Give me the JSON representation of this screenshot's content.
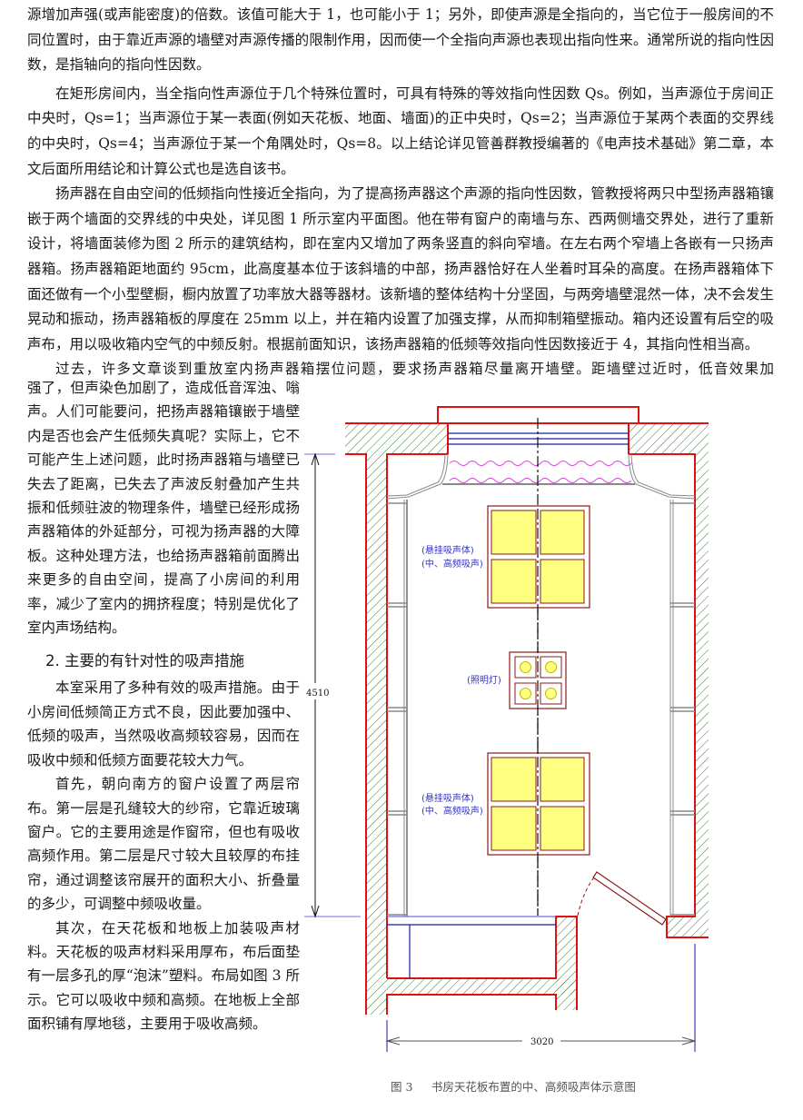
{
  "paragraphs_top": [
    "源增加声强(或声能密度)的倍数。该值可能大于 1，也可能小于 1；另外，即使声源是全指向的，当它位于一般房间的不同位置时，由于靠近声源的墙壁对声源传播的限制作用，因而使一个全指向声源也表现出指向性来。通常所说的指向性因数，是指轴向的指向性因数。",
    "在矩形房间内，当全指向性声源位于几个特殊位置时，可具有特殊的等效指向性因数 Qs。例如，当声源位于房间正中央时，Qs=1；当声源位于某一表面(例如天花板、地面、墙面)的正中央时，Qs=2；当声源位于某两个表面的交界线的中央时，Qs=4；当声源位于某一个角隅处时，Qs=8。以上结论详见管善群教授编著的《电声技术基础》第二章，本文后面所用结论和计算公式也是选自该书。",
    "扬声器在自由空间的低频指向性接近全指向，为了提高扬声器这个声源的指向性因数，管教授将两只中型扬声器箱镶嵌于两个墙面的交界线的中央处，详见图 1 所示室内平面图。他在带有窗户的南墙与东、西两侧墙交界处，进行了重新设计，将墙面装修为图 2 所示的建筑结构，即在室内又增加了两条竖直的斜向窄墙。在左右两个窄墙上各嵌有一只扬声器箱。扬声器箱距地面约 95cm，此高度基本位于该斜墙的中部，扬声器恰好在人坐着时耳朵的高度。在扬声器箱体下面还做有一个小型壁橱，橱内放置了功率放大器等器材。该新墙的整体结构十分坚固，与两旁墙壁混然一体，决不会发生晃动和振动，扬声器箱板的厚度在 25mm 以上，并在箱内设置了加强支撑，从而抑制箱壁振动。箱内还设置有后空的吸声布，用以吸收箱内空气的中频反射。根据前面知识，该扬声器箱的低频等效指向性因数接近于 4，其指向性相当高。",
    "过去，许多文章谈到重放室内扬声器箱摆位问题，要求扬声器箱尽量离开墙壁。距墙壁过近时，低音效果加"
  ],
  "left_column": {
    "continuation": "强了，但声染色加剧了，造成低音浑浊、嗡声。人们可能要问，把扬声器箱镶嵌于墙壁内是否也会产生低频失真呢？实际上，它不可能产生上述问题，此时扬声器箱与墙壁已失去了距离，已失去了声波反射叠加产生共振和低频驻波的物理条件，墙壁已经形成扬声器箱体的外延部分，可视为扬声器的大障板。这种处理方法，也给扬声器箱前面腾出来更多的自由空间，提高了小房间的利用率，减少了室内的拥挤程度；特别是优化了室内声场结构。",
    "section_heading": "2. 主要的有针对性的吸声措施",
    "paragraphs": [
      "本室采用了多种有效的吸声措施。由于小房间低频简正方式不良，因此要加强中、低频的吸声，当然吸收高频较容易，因而在吸收中频和低频方面要花较大力气。",
      "首先，朝向南方的窗户设置了两层帘布。第一层是孔缝较大的纱帘，它靠近玻璃窗户。它的主要用途是作窗帘，但也有吸收高频作用。第二层是尺寸较大且较厚的布挂帘，通过调整该帘展开的面积大小、折叠量的多少，可调整中频吸收量。",
      "其次，在天花板和地板上加装吸声材料。天花板的吸声材料采用厚布，布后面垫有一层多孔的厚“泡沫”塑料。布局如图 3 所示。它可以吸收中频和高频。在地板上全部面积铺有厚地毯，主要用于吸收高频。"
    ]
  },
  "figure": {
    "caption": "图 3　  书房天花板布置的中、高频吸声体示意图",
    "labels": {
      "panel_top_1": "(悬挂吸声体)",
      "panel_top_2": "(中、高频吸声)",
      "lights": "(照明灯)",
      "panel_bottom_1": "(悬挂吸声体)",
      "panel_bottom_2": "(中、高频吸声)"
    },
    "dimensions": {
      "height": "4510",
      "width": "3020"
    },
    "colors": {
      "wall": "#e01010",
      "hatch": "#3d7a3d",
      "panel": "#ffff80",
      "panel_border": "#8b1a1a",
      "label": "#3333cc",
      "curtain": "#e040e0",
      "window": "#1a1aa0"
    }
  }
}
